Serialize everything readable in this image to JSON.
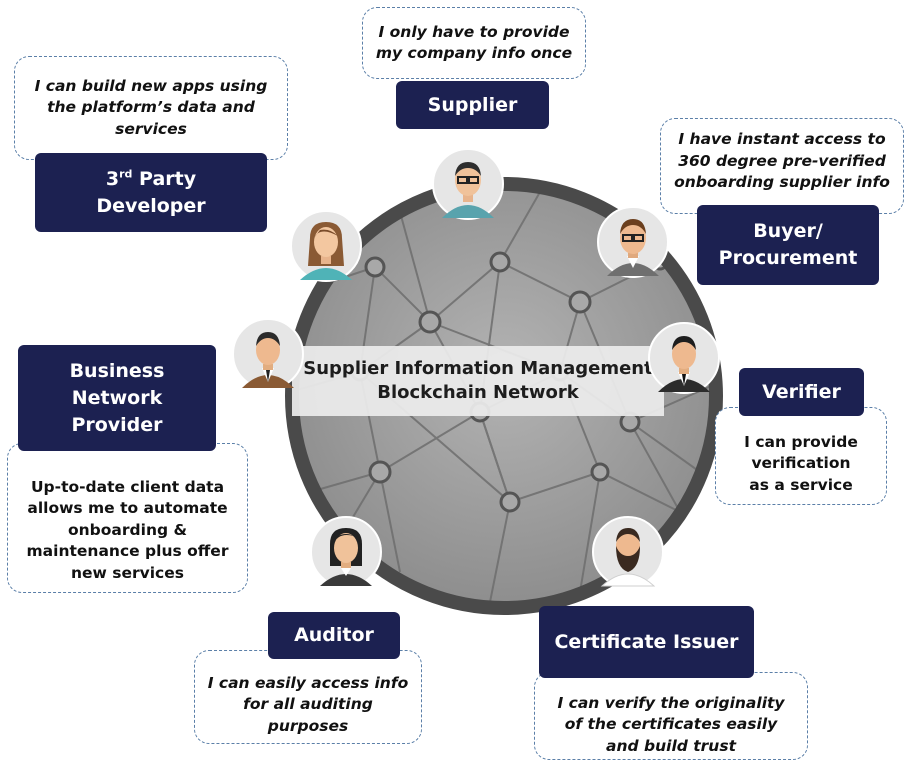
{
  "center": {
    "line1": "Supplier Information Management",
    "line2": "Blockchain Network"
  },
  "roles": {
    "supplier": {
      "label": "Supplier",
      "quote": "I only have to provide\nmy company info once"
    },
    "developer": {
      "label_main": "3",
      "label_sup": "rd",
      "label_rest": " Party",
      "label_line2": "Developer",
      "quote": "I can build new apps using\nthe platform’s data and\nservices"
    },
    "buyer": {
      "label_line1": "Buyer/",
      "label_line2": "Procurement",
      "quote": "I have instant access to\n360 degree pre-verified\nonboarding supplier info"
    },
    "bnp": {
      "label_line1": "Business",
      "label_line2": "Network",
      "label_line3": "Provider",
      "quote": "Up-to-date client data\nallows me to automate\nonboarding &\nmaintenance plus offer\nnew services"
    },
    "verifier": {
      "label": "Verifier",
      "quote": "I can provide\nverification\nas a service"
    },
    "auditor": {
      "label": "Auditor",
      "quote": "I can easily access info\nfor all auditing\npurposes"
    },
    "issuer": {
      "label": "Certificate Issuer",
      "quote": "I can verify the originality\nof the certificates easily\nand build trust"
    }
  },
  "colors": {
    "role_box": "#1c2151",
    "bubble_border": "#5b7fa8",
    "ring": "#4a4a4a",
    "network_fill": "#9c9c9c"
  },
  "icons": {
    "supplier": "person-glasses-icon",
    "developer": "woman-icon",
    "buyer": "person-glasses-icon",
    "bnp": "businessman-icon",
    "verifier": "businessman-icon",
    "auditor": "woman-icon",
    "issuer": "bearded-man-icon"
  }
}
